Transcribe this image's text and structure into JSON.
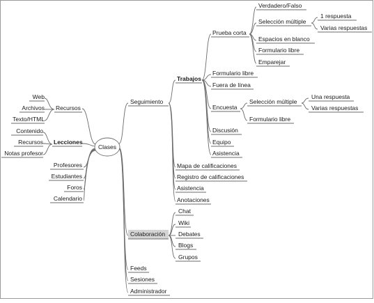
{
  "root": "Clases",
  "branches": {
    "recursos": "Recursos",
    "recursos_items": [
      "Web",
      "Archivos",
      "Texto/HTML"
    ],
    "lecciones": "Lecciones",
    "lecciones_items": [
      "Contenido",
      "Recursos",
      "Notas profesor"
    ],
    "left_items": [
      "Profesores",
      "Estudiantes",
      "Foros",
      "Calendario"
    ],
    "seguimiento": "Seguimiento",
    "trabajos": "Trabajos",
    "prueba_corta": "Prueba corta",
    "prueba_items": [
      "Verdadero/Falso",
      "Selección múltiple",
      "Espacios en blanco",
      "Formulario libre",
      "Emparejar"
    ],
    "prueba_multi_items": [
      "1 respuesta",
      "Varias respuestas"
    ],
    "trabajos_items": [
      "Formulario libre",
      "Fuera de línea"
    ],
    "encuesta": "Encuesta",
    "encuesta_multi": "Selección múltiple",
    "encuesta_multi_items": [
      "Una respuesta",
      "Varias respuestas"
    ],
    "encuesta_libre": "Formulario libre",
    "trabajos_items_2": [
      "Discusión",
      "Equipo",
      "Asistencia"
    ],
    "seguimiento_items": [
      "Mapa de calificaciones",
      "Registro de calificaciones",
      "Asistencia",
      "Anotaciones"
    ],
    "colaboracion": "Colaboración",
    "colaboracion_items": [
      "Chat",
      "Wiki",
      "Debates",
      "Blogs",
      "Grupos"
    ],
    "bottom_items": [
      "Feeds",
      "Sesiones",
      "Administrador"
    ]
  },
  "colors": {
    "line": "#6b6b6b",
    "highlight": "#d4d4d4",
    "frame": "#9a9a9a"
  }
}
